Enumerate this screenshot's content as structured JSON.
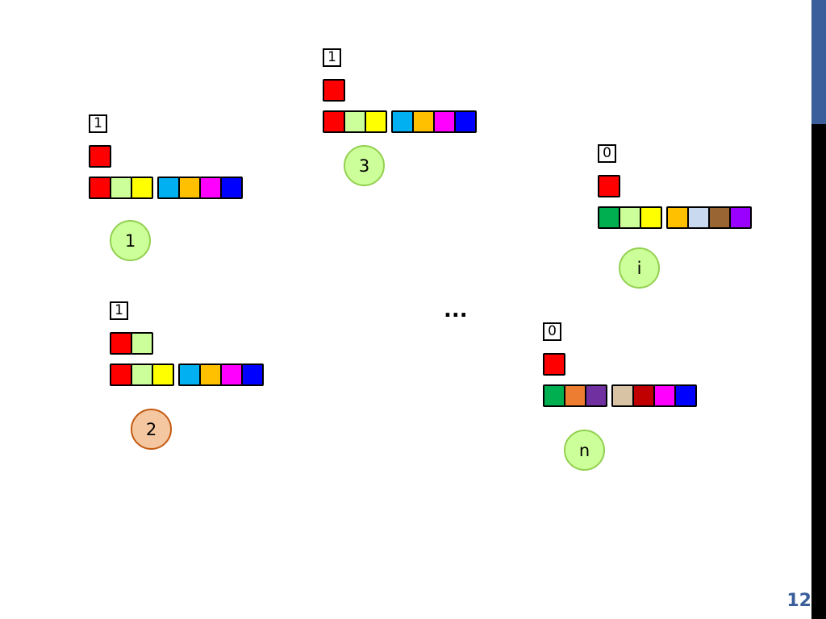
{
  "slide_number": "12",
  "ellipsis": "...",
  "theme": {
    "accent": "#3a5f9b",
    "node_fill": "#ccff99",
    "node_border": "#92d050",
    "active_fill": "#f4c7a0",
    "active_border": "#c55a11"
  },
  "nodes": [
    {
      "id": "1",
      "label": "1",
      "bit": "1",
      "active": false,
      "query": [
        "#ff0000"
      ],
      "vector": [
        [
          "#ff0000",
          "#ccff99",
          "#ffff00"
        ],
        [
          "#00b0f0",
          "#ffc000",
          "#ff00ff",
          "#0000ff"
        ]
      ]
    },
    {
      "id": "3",
      "label": "3",
      "bit": "1",
      "active": false,
      "query": [
        "#ff0000"
      ],
      "vector": [
        [
          "#ff0000",
          "#ccff99",
          "#ffff00"
        ],
        [
          "#00b0f0",
          "#ffc000",
          "#ff00ff",
          "#0000ff"
        ]
      ]
    },
    {
      "id": "i",
      "label": "i",
      "bit": "0",
      "active": false,
      "query": [
        "#ff0000"
      ],
      "vector": [
        [
          "#00b050",
          "#ccff99",
          "#ffff00"
        ],
        [
          "#ffc000",
          "#c9d9f0",
          "#996633",
          "#9900ff"
        ]
      ]
    },
    {
      "id": "2",
      "label": "2",
      "bit": "1",
      "active": true,
      "query": [
        "#ff0000",
        "#ccff99"
      ],
      "vector": [
        [
          "#ff0000",
          "#ccff99",
          "#ffff00"
        ],
        [
          "#00b0f0",
          "#ffc000",
          "#ff00ff",
          "#0000ff"
        ]
      ]
    },
    {
      "id": "n",
      "label": "n",
      "bit": "0",
      "active": false,
      "query": [
        "#ff0000"
      ],
      "vector": [
        [
          "#00b050",
          "#ed7d31",
          "#7030a0"
        ],
        [
          "#d9c3a5",
          "#c00000",
          "#ff00ff",
          "#0000ff"
        ]
      ]
    }
  ]
}
